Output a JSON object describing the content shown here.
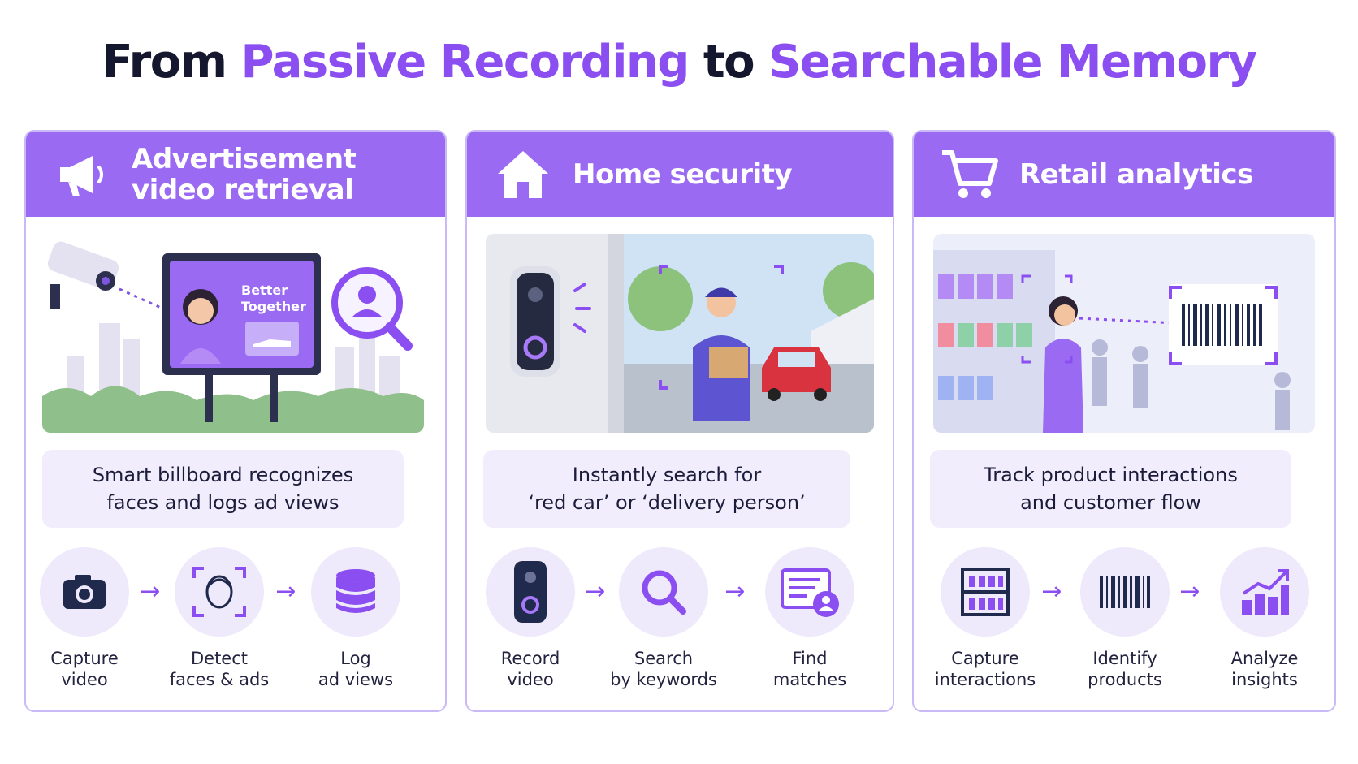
{
  "title": {
    "part1": "From",
    "part2": "Passive Recording",
    "part3": "to",
    "part4": "Searchable Memory"
  },
  "colors": {
    "accent": "#8b4ef0",
    "header": "#9b6af3",
    "panel": "#f1edfc",
    "circle": "#eee9fb"
  },
  "cards": [
    {
      "icon": "megaphone-icon",
      "title_line1": "Advertisement",
      "title_line2": "video retrieval",
      "billboard_text1": "Better",
      "billboard_text2": "Together",
      "desc_line1": "Smart billboard recognizes",
      "desc_line2": "faces and logs ad views",
      "steps": [
        {
          "icon": "camera-icon",
          "line1": "Capture",
          "line2": "video"
        },
        {
          "icon": "face-scan-icon",
          "line1": "Detect",
          "line2": "faces & ads"
        },
        {
          "icon": "database-icon",
          "line1": "Log",
          "line2": "ad views"
        }
      ]
    },
    {
      "icon": "home-icon",
      "title_line1": "Home security",
      "desc_line1": "Instantly search for",
      "desc_line2": "‘red car’ or ‘delivery person’",
      "steps": [
        {
          "icon": "doorbell-icon",
          "line1": "Record",
          "line2": "video"
        },
        {
          "icon": "search-icon",
          "line1": "Search",
          "line2": "by keywords"
        },
        {
          "icon": "match-document-icon",
          "line1": "Find",
          "line2": "matches"
        }
      ]
    },
    {
      "icon": "cart-icon",
      "title_line1": "Retail analytics",
      "desc_line1": "Track product interactions",
      "desc_line2": "and customer flow",
      "steps": [
        {
          "icon": "shelf-icon",
          "line1": "Capture",
          "line2": "interactions"
        },
        {
          "icon": "barcode-icon",
          "line1": "Identify",
          "line2": "products"
        },
        {
          "icon": "chart-icon",
          "line1": "Analyze",
          "line2": "insights"
        }
      ]
    }
  ]
}
